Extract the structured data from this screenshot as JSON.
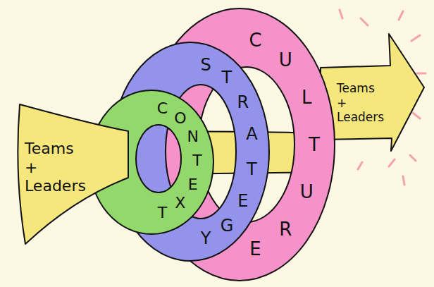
{
  "diagram": {
    "nodes": [
      {
        "text": [
          "Teams + Leaders"
        ]
      },
      {
        "text": [
          "CONTEXT"
        ]
      },
      {
        "text": [
          "STRATEGY"
        ]
      },
      {
        "text": [
          "CULTURE"
        ]
      },
      {
        "text": [
          "Teams + Leaders"
        ]
      }
    ]
  }
}
